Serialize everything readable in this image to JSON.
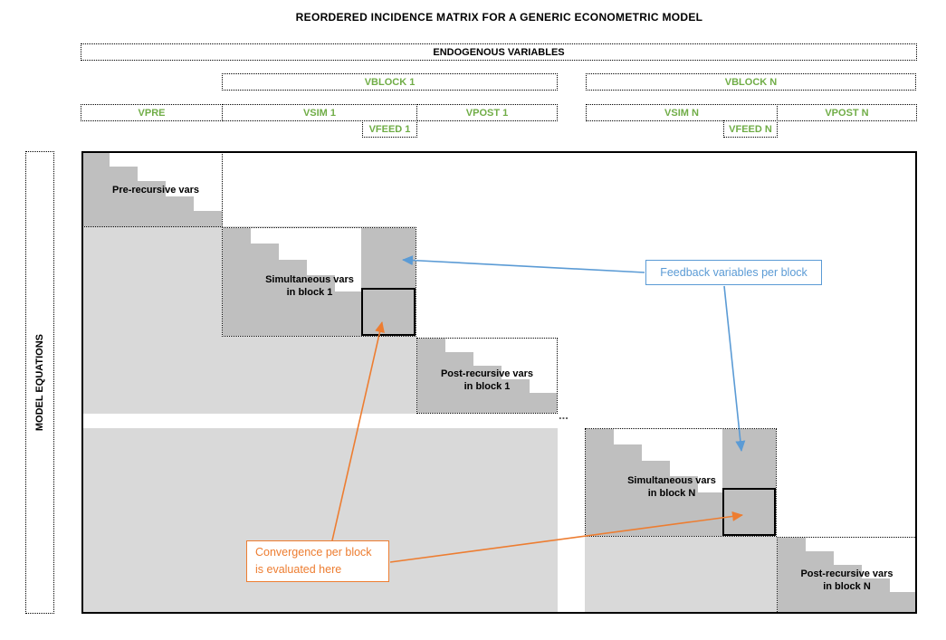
{
  "title": "REORDERED INCIDENCE MATRIX FOR A GENERIC ECONOMETRIC MODEL",
  "headers": {
    "endogenous": "ENDOGENOUS VARIABLES",
    "vblock1": "VBLOCK 1",
    "vblockN": "VBLOCK N",
    "vpre": "VPRE",
    "vsim1": "VSIM 1",
    "vpost1": "VPOST 1",
    "vsimN": "VSIM N",
    "vpostN": "VPOST N",
    "vfeed1": "VFEED 1",
    "vfeedN": "VFEED N"
  },
  "axis": {
    "model_equations": "MODEL EQUATIONS"
  },
  "blocks": {
    "pre": {
      "label": "Pre-recursive vars"
    },
    "sim1": {
      "line1": "Simultaneous vars",
      "line2": "in block 1"
    },
    "post1": {
      "line1": "Post-recursive vars",
      "line2": "in block 1"
    },
    "simN": {
      "line1": "Simultaneous vars",
      "line2": "in block N"
    },
    "postN": {
      "line1": "Post-recursive vars",
      "line2": "in block N"
    }
  },
  "ellipsis": "...",
  "annotations": {
    "feedback": {
      "text": "Feedback variables per block",
      "color": "#5B9BD5"
    },
    "convergence": {
      "line1": "Convergence per block",
      "line2": "is evaluated here",
      "color": "#ED7D31"
    }
  },
  "colors": {
    "header_label_green": "#70AD47",
    "staircase_dark_gray": "#BFBFBF",
    "band_light_gray": "#D9D9D9",
    "callout_blue": "#5B9BD5",
    "callout_orange": "#ED7D31"
  }
}
